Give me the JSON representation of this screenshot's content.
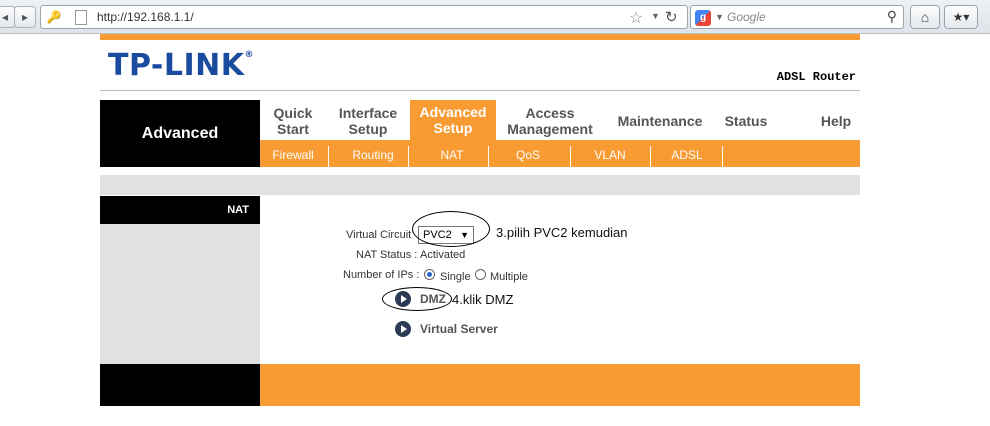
{
  "browser": {
    "url": "http://192.168.1.1/",
    "search_placeholder": "Google",
    "google_letter": "g"
  },
  "brand": {
    "logo": "TP-LINK",
    "registered": "®",
    "product": "ADSL Router",
    "accent_color": "#f89b33",
    "logo_color": "#1a4b9e"
  },
  "section_title": "Advanced",
  "menu": [
    {
      "label": "Quick Start"
    },
    {
      "label": "Interface Setup"
    },
    {
      "label": "Advanced Setup",
      "active": true
    },
    {
      "label": "Access Management"
    },
    {
      "label": "Maintenance"
    },
    {
      "label": "Status"
    },
    {
      "label": "Help"
    }
  ],
  "submenu": [
    "Firewall",
    "Routing",
    "NAT",
    "QoS",
    "VLAN",
    "ADSL"
  ],
  "sidebar_label": "NAT",
  "form": {
    "virtual_circuit_label": "Virtual Circuit",
    "virtual_circuit_value": "PVC2",
    "nat_status_label": "NAT Status :",
    "nat_status_value": "Activated",
    "num_ips_label": "Number of IPs :",
    "option_single": "Single",
    "option_multiple": "Multiple",
    "selected_option": "Single"
  },
  "links": {
    "dmz": "DMZ",
    "virtual_server": "Virtual Server"
  },
  "annotations": {
    "step3": "3.pilih PVC2 kemudian",
    "step4": "4.klik DMZ"
  }
}
